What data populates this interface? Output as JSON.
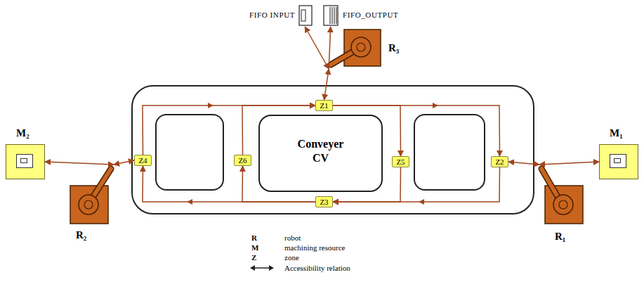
{
  "diagram": {
    "nodes": [
      {
        "text": [
          "FIFO INPUT"
        ]
      },
      {
        "text": [
          "FIFO_OUTPUT"
        ]
      },
      {
        "text": [
          "R₃"
        ]
      },
      {
        "text": [
          "Z1"
        ]
      },
      {
        "text": [
          "Z4"
        ]
      },
      {
        "text": [
          "Z6"
        ]
      },
      {
        "text": [
          "Conveyer CV"
        ]
      },
      {
        "text": [
          "Z5"
        ]
      },
      {
        "text": [
          "Z2"
        ]
      },
      {
        "text": [
          "Z3"
        ]
      },
      {
        "text": [
          "M₂"
        ]
      },
      {
        "text": [
          "R₂"
        ]
      },
      {
        "text": [
          "R₁"
        ]
      },
      {
        "text": [
          "M₁"
        ]
      }
    ],
    "edges": [
      {
        "from": 2,
        "to": 0,
        "arrow": "both"
      },
      {
        "from": 2,
        "to": 1,
        "arrow": "to"
      },
      {
        "from": 2,
        "to": 3,
        "arrow": "both"
      },
      {
        "from": 12,
        "to": 8,
        "arrow": "both"
      },
      {
        "from": 12,
        "to": 13,
        "arrow": "both"
      },
      {
        "from": 11,
        "to": 4,
        "arrow": "both"
      },
      {
        "from": 11,
        "to": 10,
        "arrow": "both"
      },
      {
        "from": 4,
        "to": 3,
        "arrow": "to"
      },
      {
        "from": 5,
        "to": 3,
        "arrow": "to"
      },
      {
        "from": 3,
        "to": 7,
        "arrow": "to"
      },
      {
        "from": 3,
        "to": 8,
        "arrow": "to"
      },
      {
        "from": 8,
        "to": 9,
        "arrow": "to"
      },
      {
        "from": 7,
        "to": 9,
        "arrow": "to"
      },
      {
        "from": 9,
        "to": 4,
        "arrow": "to"
      },
      {
        "from": 9,
        "to": 5,
        "arrow": "to"
      }
    ],
    "labels": [
      "R",
      "M",
      "Z"
    ],
    "legend": [
      {
        "text": "robot"
      },
      {
        "text": "machining resource"
      },
      {
        "text": "zone"
      },
      {
        "text": "Accessibility relation"
      }
    ]
  }
}
